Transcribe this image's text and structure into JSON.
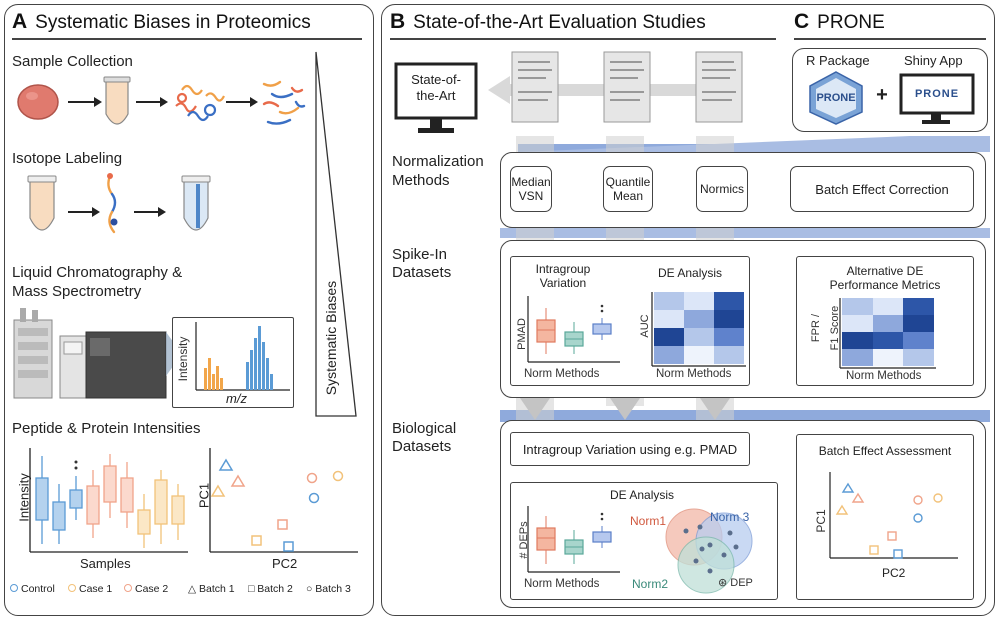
{
  "panelA": {
    "letter": "A",
    "title": "Systematic Biases in Proteomics",
    "sample_collection": "Sample Collection",
    "isotope_labeling": "Isotope Labeling",
    "lc_ms_line1": "Liquid Chromatography &",
    "lc_ms_line2": "Mass Spectrometry",
    "intensity": "Intensity",
    "mz": "m/z",
    "systematic_biases": "Systematic Biases",
    "peptide_protein": "Peptide & Protein Intensities",
    "boxplot_ylabel": "Intensity",
    "boxplot_xlabel": "Samples",
    "pca_ylabel": "PC1",
    "pca_xlabel": "PC2",
    "legend": [
      "Control",
      "Case 1",
      "Case 2",
      "Batch 1",
      "Batch 2",
      "Batch 3"
    ]
  },
  "panelB": {
    "letter": "B",
    "title": "State-of-the-Art Evaluation Studies",
    "monitor_line1": "State-of-",
    "monitor_line2": "the-Art",
    "norm_methods_line1": "Normalization",
    "norm_methods_line2": "Methods",
    "methods": [
      {
        "line1": "Median",
        "line2": "VSN"
      },
      {
        "line1": "Quantile",
        "line2": "Mean"
      },
      {
        "line1": "Normics",
        "line2": ""
      }
    ],
    "batch_effect_correction": "Batch Effect Correction",
    "spikein_line1": "Spike-In",
    "spikein_line2": "Datasets",
    "intragroup_line1": "Intragroup",
    "intragroup_line2": "Variation",
    "pmad": "PMAD",
    "norm_methods": "Norm Methods",
    "de_analysis": "DE Analysis",
    "auc": "AUC",
    "alt_de_line1": "Alternative DE",
    "alt_de_line2": "Performance Metrics",
    "fpr_line1": "FPR /",
    "fpr_line2": "F1 Score",
    "biological_line1": "Biological",
    "biological_line2": "Datasets",
    "intragroup_pmad": "Intragroup Variation using e.g. PMAD",
    "batch_effect_assessment": "Batch Effect Assessment",
    "de_analysis2": "DE Analysis",
    "deps": "# DEPs",
    "norm1": "Norm1",
    "norm2": "Norm2",
    "norm3": "Norm 3",
    "dep": "DEP",
    "pc1": "PC1",
    "pc2": "PC2"
  },
  "panelC": {
    "letter": "C",
    "title": "PRONE",
    "r_package": "R Package",
    "shiny_app": "Shiny App",
    "logo_text": "PRONE",
    "plus": "+"
  },
  "colors": {
    "control": "#5b9bd5",
    "case1": "#f2c27a",
    "case2": "#f0a48a",
    "accent_blue": "#4472c4",
    "band_blue": "#8faadc"
  },
  "icons": [
    "tissue-icon",
    "tube-icon",
    "protein-icon",
    "peptide-icon",
    "monitor-icon",
    "document-icon",
    "hex-logo-icon",
    "venn-icon",
    "heatmap-icon",
    "boxplot-icon",
    "scatter-icon"
  ]
}
